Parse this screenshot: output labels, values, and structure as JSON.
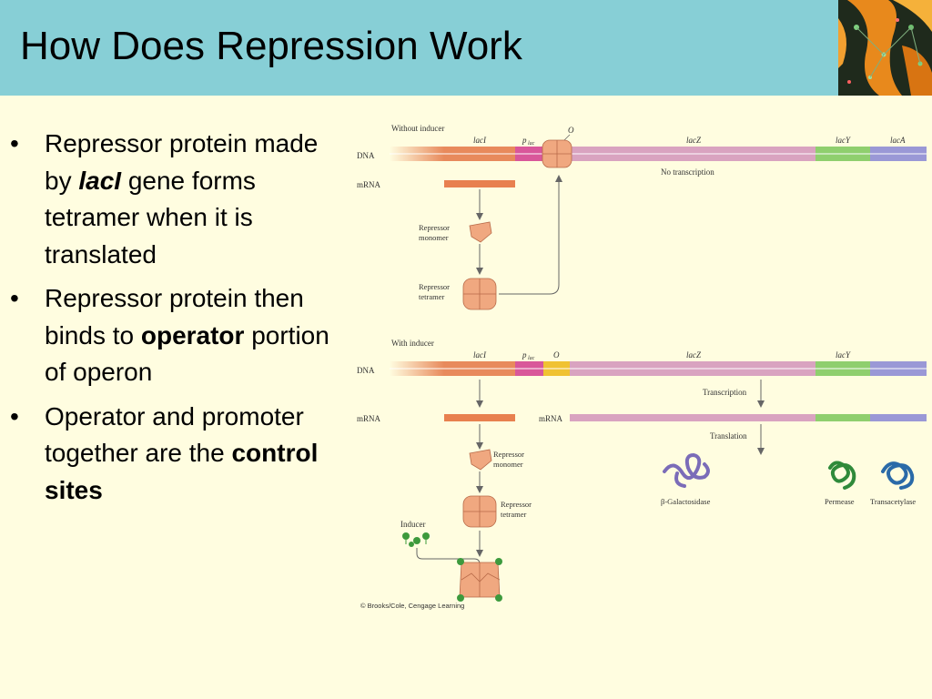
{
  "slide": {
    "title": "How Does Repression Work"
  },
  "bullets": [
    {
      "pre": "Repressor protein made by ",
      "emph": "lacI",
      "post": " gene forms tetramer when it is translated"
    },
    {
      "pre": "Repressor protein then binds to ",
      "emph": "operator",
      "post": " portion of operon"
    },
    {
      "pre": "Operator and promoter together are the ",
      "emph": "control sites",
      "post": ""
    }
  ],
  "diagram": {
    "panel_top": {
      "title": "Without inducer",
      "dna_label": "DNA",
      "mrna_label": "mRNA",
      "genes": {
        "lacI": "lacI",
        "p": "p",
        "p_sub": "lac",
        "o": "O",
        "lacZ": "lacZ",
        "lacY": "lacY",
        "lacA": "lacA"
      },
      "no_transcription": "No transcription",
      "monomer_label": [
        "Repressor",
        "monomer"
      ],
      "tetramer_label": [
        "Repressor",
        "tetramer"
      ]
    },
    "panel_bottom": {
      "title": "With inducer",
      "dna_label": "DNA",
      "mrna_label": "mRNA",
      "mrna_label_2": "mRNA",
      "genes": {
        "lacI": "lacI",
        "p": "p",
        "p_sub": "lac",
        "o": "O",
        "lacZ": "lacZ",
        "lacY": "lacY"
      },
      "transcription": "Transcription",
      "translation": "Translation",
      "monomer_label": [
        "Repressor",
        "monomer"
      ],
      "tetramer_label": [
        "Repressor",
        "tetramer"
      ],
      "inducer_label": "Inducer",
      "products": {
        "galactosidase": "β-Galactosidase",
        "permease": "Permease",
        "transacetylase": "Transacetylase"
      }
    },
    "credit": "© Brooks/Cole, Cengage Learning",
    "colors": {
      "lacI": "#e88a5c",
      "promoter": "#d9579a",
      "operator": "#f0c232",
      "lacZ": "#d9a3c0",
      "lacY": "#8fcf6e",
      "lacA": "#9a98d6",
      "mrna": "#e8804f",
      "repressor": "#f0a880",
      "inducer": "#3d9a3d"
    }
  }
}
